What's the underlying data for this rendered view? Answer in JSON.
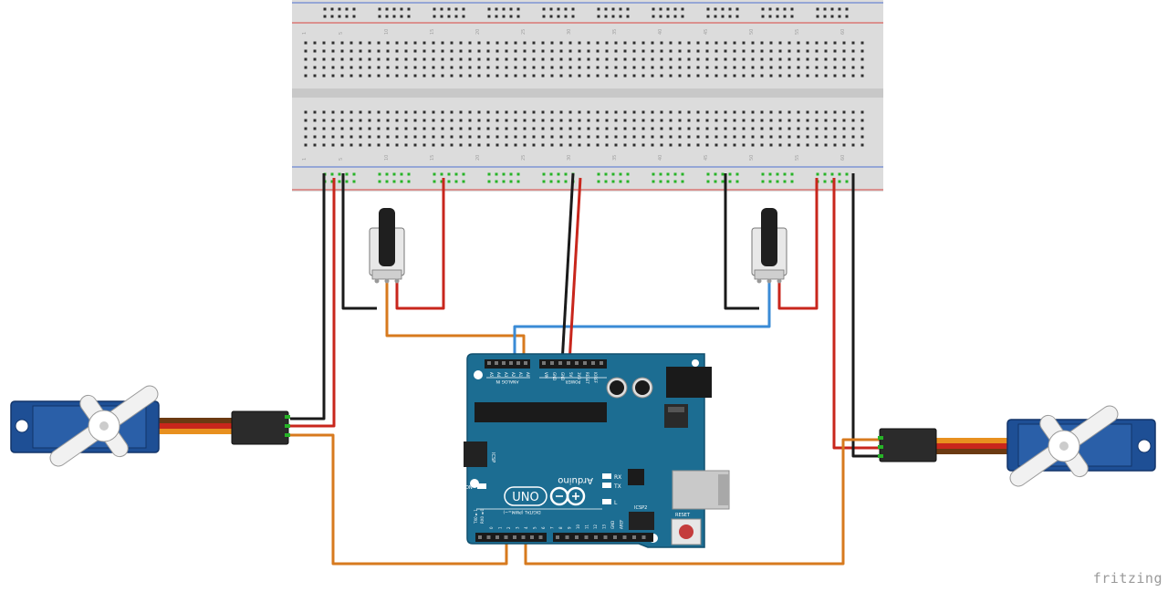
{
  "colors": {
    "board": "#1c6d92",
    "board_dark": "#11506f",
    "breadboard": "#dcdcdc",
    "breadboard_channel": "#c8c8c8",
    "rail_red": "#d8453f",
    "rail_blue": "#4e6fd1",
    "hole": "#2f2f2f",
    "hole_used": "#27b327",
    "wire_black": "#1a1a1a",
    "wire_red": "#c8261c",
    "wire_orange": "#d77a1e",
    "wire_blue": "#3a8bd6",
    "servo": "#1e4f95",
    "servo_dark": "#123469"
  },
  "breadboard": {
    "column_numbers": [
      "1",
      "5",
      "10",
      "15",
      "20",
      "25",
      "30",
      "35",
      "40",
      "45",
      "50",
      "55",
      "60"
    ]
  },
  "arduino": {
    "brand_text": "Arduino",
    "model_text": "UNO",
    "header_analog": "ANALOG IN",
    "header_power": "POWER",
    "analog_pins": [
      "A5",
      "A4",
      "A3",
      "A2",
      "A1",
      "A0"
    ],
    "power_pins": [
      "VIN",
      "GND",
      "GND",
      "5V",
      "3V3",
      "RESET",
      "IOREF"
    ],
    "digital_label": "DIGITAL (PWM=~)",
    "digital_pins": [
      "0",
      "1",
      "2",
      "3",
      "4",
      "5",
      "6",
      "7",
      "8",
      "9",
      "10",
      "11",
      "12",
      "13",
      "GND",
      "AREF"
    ],
    "rx_label": "RX",
    "tx_label": "TX",
    "l_label": "L",
    "on_label": "ON",
    "icsp_label": "ICSP",
    "icsp2_label": "ICSP2",
    "reset_label": "RESET",
    "txrx_left": "TX0 ► 1",
    "rxl_left": "RX0 ◄ 0"
  },
  "watermark": "fritzing"
}
